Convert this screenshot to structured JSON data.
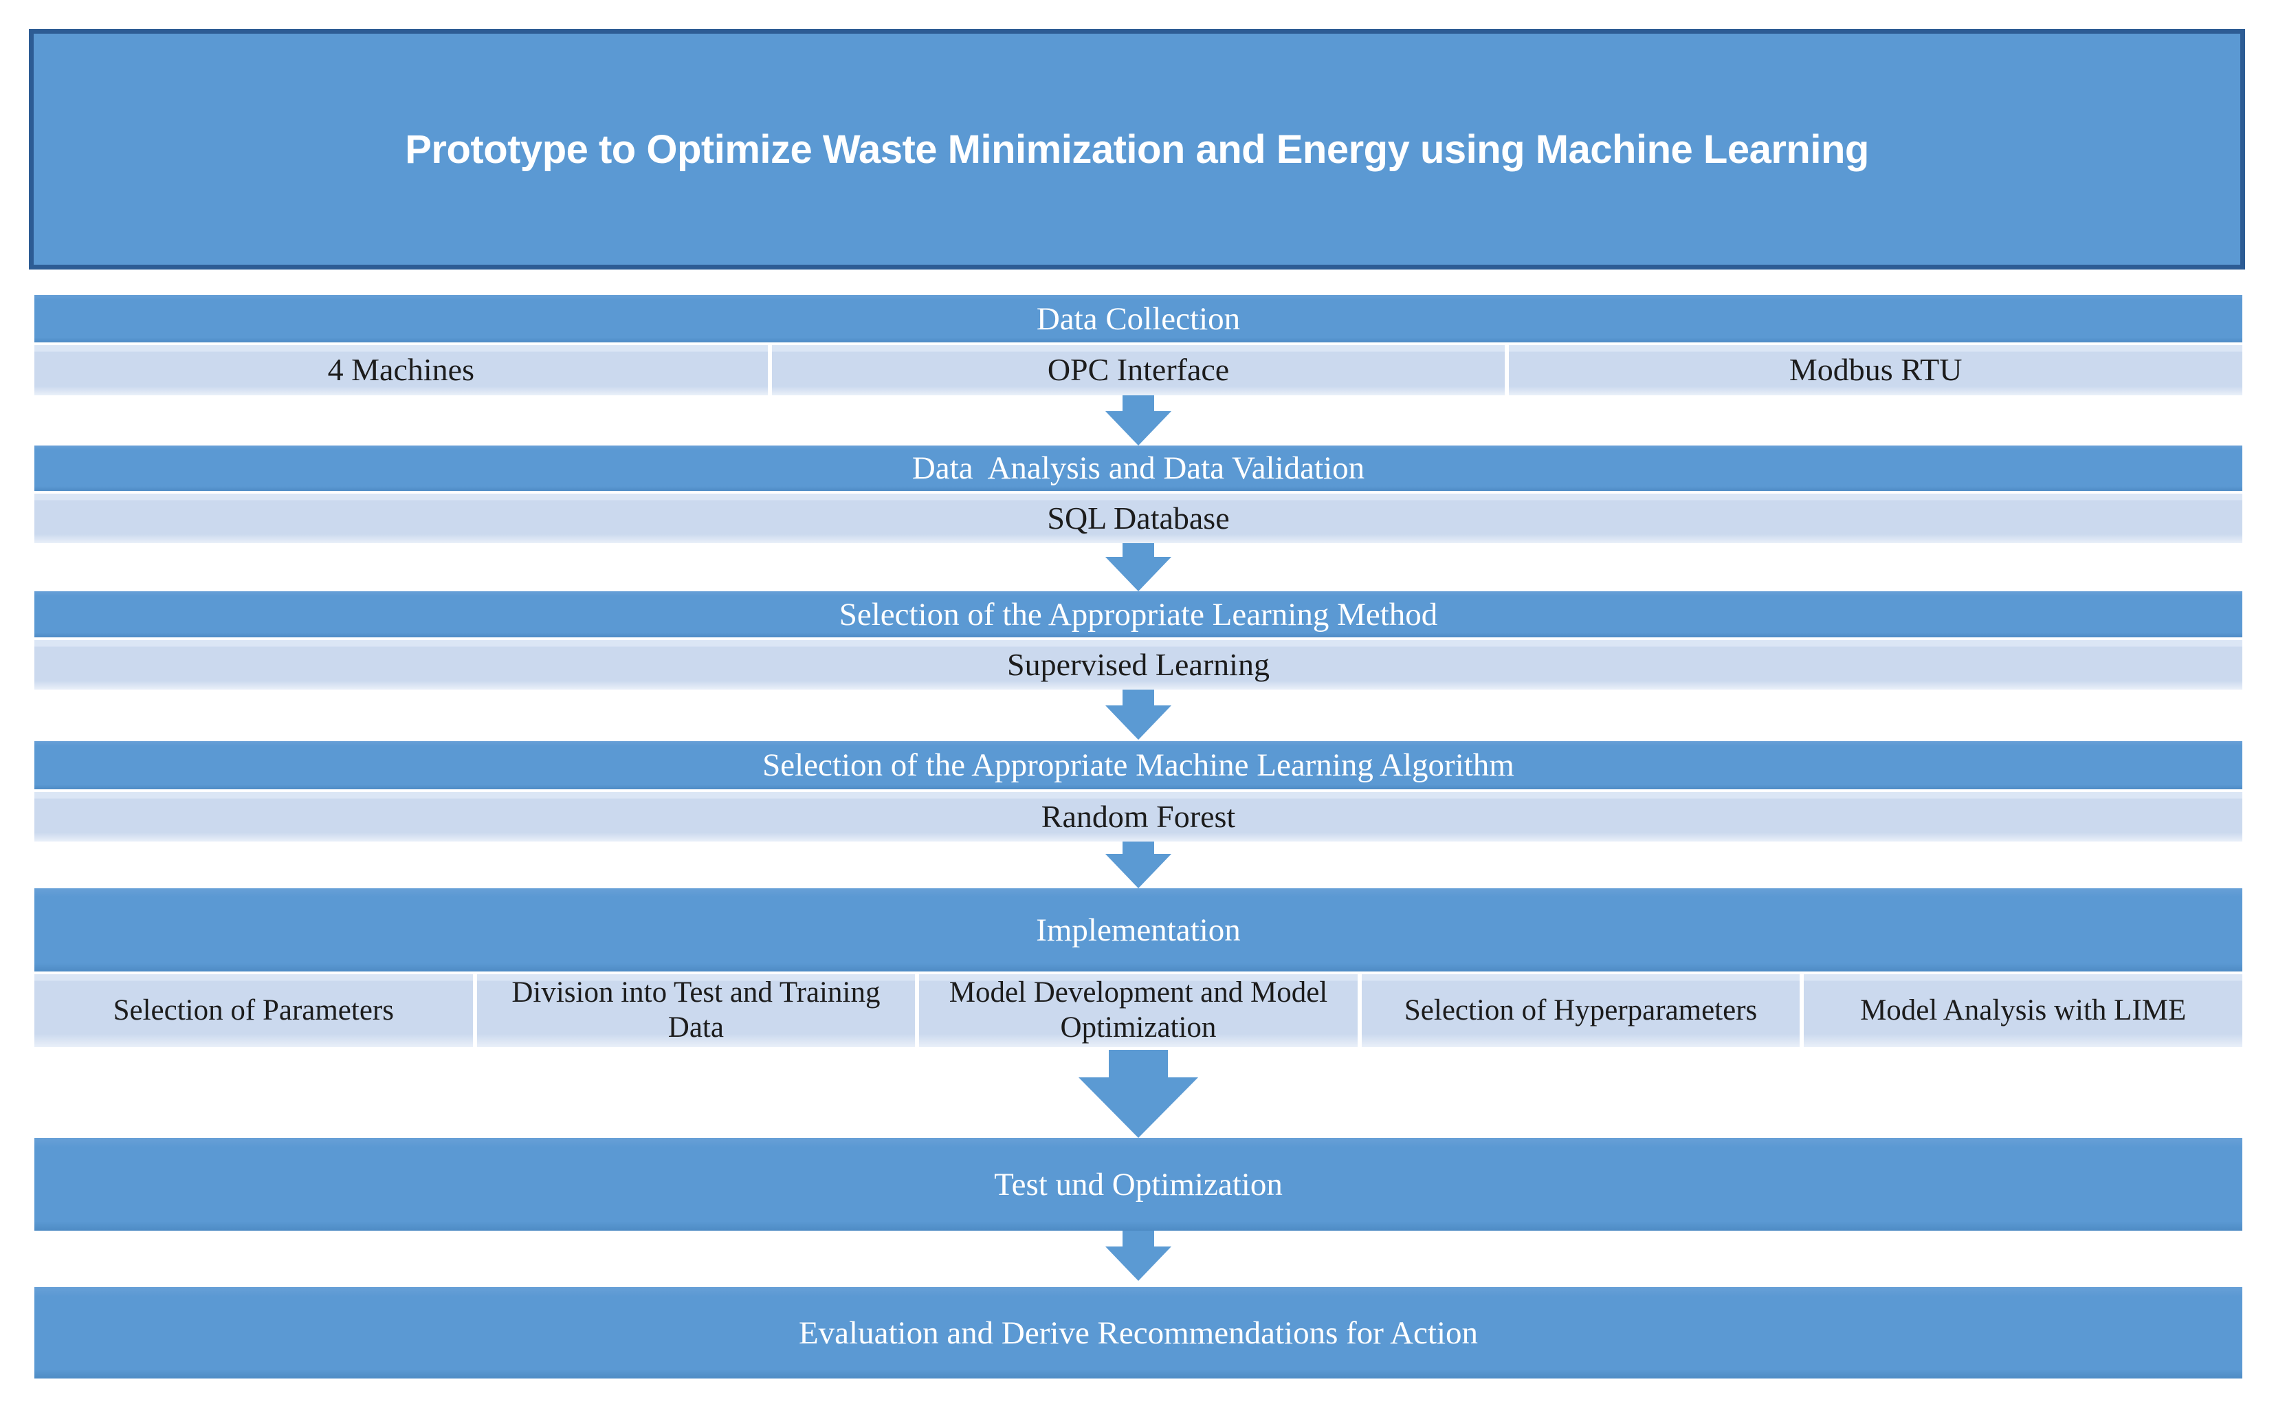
{
  "palette": {
    "bar_blue": "#5b99d3",
    "bar_blue_dark_edge": "#4e8bc4",
    "title_fill": "#5b99d3",
    "title_border": "#2d5c94",
    "row_light": "#cbd9ee",
    "row_light_top": "#dbe6f5",
    "arrow_blue": "#5b9ad3",
    "text_dark": "#1c1c1c",
    "text_white": "#ffffff",
    "background": "#ffffff"
  },
  "title": "Prototype to Optimize Waste Minimization and Energy using Machine Learning",
  "steps": [
    {
      "header": "Data Collection",
      "cells": [
        "4 Machines",
        "OPC Interface",
        "Modbus RTU"
      ]
    },
    {
      "header": "Data  Analysis and Data Validation",
      "cells": [
        "SQL Database"
      ]
    },
    {
      "header": "Selection of the Appropriate Learning Method",
      "cells": [
        "Supervised Learning"
      ]
    },
    {
      "header": "Selection of the Appropriate Machine Learning Algorithm",
      "cells": [
        "Random Forest"
      ]
    },
    {
      "header": "Implementation",
      "cells": [
        "Selection of Parameters",
        "Division into Test and Training Data",
        "Model Development and Model Optimization",
        "Selection of Hyperparameters",
        "Model Analysis with LIME"
      ]
    },
    {
      "header": "Test und Optimization",
      "cells": []
    },
    {
      "header": "Evaluation and Derive Recommendations for Action",
      "cells": []
    }
  ],
  "arrows": {
    "count": 6,
    "style": "block-down-arrow"
  }
}
